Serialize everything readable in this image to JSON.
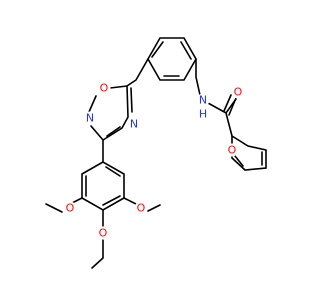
{
  "molecule": {
    "colors": {
      "carbon": "#000000",
      "oxygen": "#ff0d0d",
      "nitrogen": "#2233ff"
    },
    "atoms": [
      {
        "id": "o_oxadiazole",
        "label": "O",
        "element": "O"
      },
      {
        "id": "n_oxadiazole_2",
        "label": "N",
        "element": "N"
      },
      {
        "id": "n_oxadiazole_4",
        "label": "N",
        "element": "N"
      },
      {
        "id": "nh_amide",
        "label": "N",
        "element": "N"
      },
      {
        "id": "h_amide",
        "label": "H",
        "element": "N"
      },
      {
        "id": "o_carbonyl",
        "label": "O",
        "element": "O"
      },
      {
        "id": "o_furan",
        "label": "O",
        "element": "O"
      },
      {
        "id": "o_methoxy_left",
        "label": "O",
        "element": "O"
      },
      {
        "id": "o_methoxy_right",
        "label": "O",
        "element": "O"
      },
      {
        "id": "o_methoxy_bottom",
        "label": "O",
        "element": "O"
      }
    ]
  }
}
